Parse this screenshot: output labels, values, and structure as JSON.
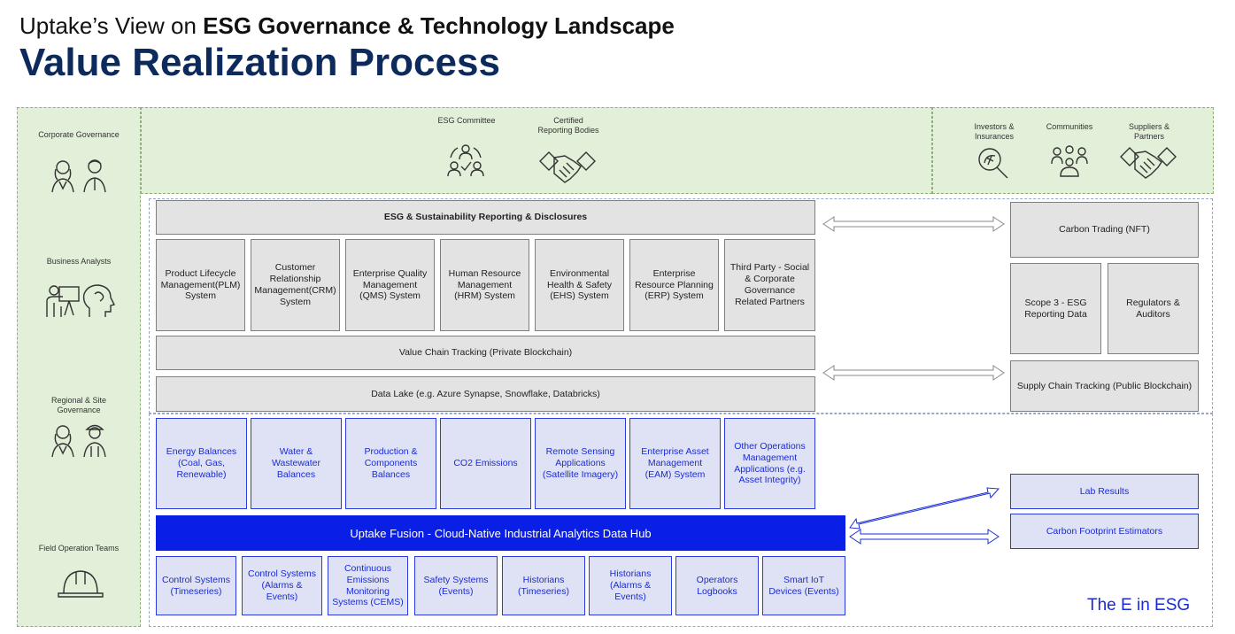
{
  "title": {
    "prefix": "Uptake’s View on ",
    "emphasis": "ESG Governance & Technology Landscape",
    "main": "Value Realization Process"
  },
  "roles": [
    {
      "label": "Corporate Governance",
      "icons": [
        "female-person-icon",
        "male-person-icon"
      ]
    },
    {
      "label": "Business Analysts",
      "icons": [
        "presenter-icon",
        "head-profile-icon"
      ]
    },
    {
      "label": "Regional & Site Governance",
      "icons": [
        "female-person-icon",
        "worker-person-icon"
      ]
    },
    {
      "label": "Field Operation Teams",
      "icons": [
        "hard-hat-icon"
      ]
    }
  ],
  "top_stakeholders": [
    {
      "label": "ESG Committee",
      "icon": "committee-icon"
    },
    {
      "label": "Certified Reporting Bodies",
      "icon": "handshake-icon"
    }
  ],
  "external_stakeholders": [
    {
      "label": "Investors & Insurances",
      "icon": "investment-search-icon"
    },
    {
      "label": "Communities",
      "icon": "community-icon"
    },
    {
      "label": "Suppliers & Partners",
      "icon": "handshake-icon"
    }
  ],
  "reporting_bar": "ESG & Sustainability Reporting & Disclosures",
  "enterprise_systems": [
    "Product Lifecycle Management(PLM) System",
    "Customer Relationship Management(CRM) System",
    "Enterprise Quality Management (QMS) System",
    "Human Resource Management (HRM) System",
    "Environmental Health & Safety (EHS) System",
    "Enterprise Resource Planning (ERP) System",
    "Third Party - Social & Corporate Governance Related Partners"
  ],
  "value_chain_bar": "Value Chain Tracking (Private Blockchain)",
  "data_lake_bar": "Data Lake (e.g. Azure Synapse, Snowflake, Databricks)",
  "right_boxes": {
    "carbon_trading": "Carbon Trading (NFT)",
    "scope3": "Scope 3 - ESG Reporting Data",
    "regulators": "Regulators & Auditors",
    "supply_chain": "Supply Chain Tracking (Public Blockchain)"
  },
  "operations": [
    "Energy Balances (Coal, Gas, Renewable)",
    "Water & Wastewater Balances",
    "Production & Components Balances",
    "CO2 Emissions",
    "Remote Sensing Applications (Satellite Imagery)",
    "Enterprise Asset Management (EAM) System",
    "Other Operations Management Applications (e.g. Asset Integrity)"
  ],
  "hub": "Uptake Fusion - Cloud-Native Industrial Analytics Data Hub",
  "sources": [
    "Control Systems (Timeseries)",
    "Control Systems (Alarms & Events)",
    "Continuous Emissions Monitoring Systems (CEMS)",
    "Safety Systems (Events)",
    "Historians (Timeseries)",
    "Historians (Alarms & Events)",
    "Operators Logbooks",
    "Smart IoT Devices (Events)"
  ],
  "blue_right": {
    "lab": "Lab Results",
    "carbon_footprint": "Carbon Footprint Estimators"
  },
  "e_in_esg": "The E in ESG",
  "colors": {
    "title_blue": "#0d2a5c",
    "hub_blue": "#0a1fe6",
    "green_band": "#e2efd9",
    "gray_box": "#e3e3e3",
    "blue_box": "#dfe2f4"
  }
}
